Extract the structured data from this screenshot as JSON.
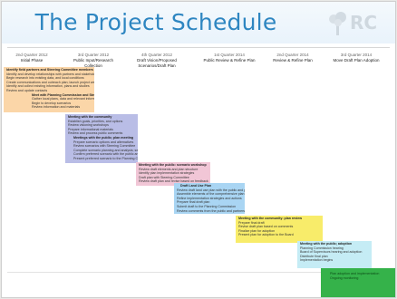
{
  "title": "The Project Schedule",
  "logo": {
    "text": "RC",
    "icon": "tree-logo-icon"
  },
  "phases": [
    {
      "quarter": "2nd Quarter 2012",
      "label": "Initial Phase"
    },
    {
      "quarter": "3rd Quarter 2012",
      "label": "Public Input/Research Collection"
    },
    {
      "quarter": "4th Quarter 2012",
      "label": "Draft Vision/Proposed Scenarios/Draft Plan"
    },
    {
      "quarter": "1st Quarter 2014",
      "label": "Public Review & Refine Plan"
    },
    {
      "quarter": "2nd Quarter 2014",
      "label": "Review & Refine Plan"
    },
    {
      "quarter": "3rd Quarter 2014",
      "label": "Move Draft Plan Adoption"
    }
  ],
  "bars": [
    {
      "color": "orange",
      "lines": [
        "Identify field partners and Steering Committee members",
        "Identify and develop relationships with partners and stakeholders",
        "Begin research into existing data, and local conditions",
        "Create communications and outreach plan; launch project website",
        "Identify and collect existing information, plans and studies",
        "Review and update contacts",
        "Meet with Planning Commission and Steering Committee; first meeting",
        "Gather local plans, data and relevant information from partners",
        "Begin to develop scenarios",
        "Review information and materials"
      ]
    },
    {
      "color": "purple",
      "lines": [
        "Meeting with the community",
        "Establish goals, priorities, and options",
        "Review visioning workshops",
        "Prepare informational materials",
        "Review and process public comments",
        "Meetings with the public; plan meeting",
        "Prepare scenario options and alternatives",
        "Review scenarios with Steering Committee",
        "Complete scenario planning and analysis; select scenario",
        "Confirm preferred scenario with the public and partners",
        "Present preferred scenario to the Planning Commission"
      ]
    },
    {
      "color": "pink",
      "lines": [
        "Meeting with the public: scenario workshop",
        "Review draft elements and plan structure",
        "Identify plan implementation strategies",
        "Draft plan with Steering Committee",
        "Review draft plan and revise based on feedback"
      ]
    },
    {
      "color": "blue",
      "lines": [
        "Draft Land Use Plan",
        "Review draft land use plan with the public and partners",
        "Assemble elements of the comprehensive plan",
        "Refine implementation strategies and actions",
        "Prepare final draft plan",
        "Submit draft to the Planning Commission",
        "Review comments from the public and partners"
      ]
    },
    {
      "color": "yellow",
      "lines": [
        "Meeting with the community: plan review",
        "Prepare final draft",
        "Revise draft plan based on comments",
        "Finalize plan for adoption",
        "Present plan for adoption to the Board"
      ]
    },
    {
      "color": "cyan",
      "lines": [
        "Meeting with the public; adoption",
        "Planning Commission hearing",
        "Board of Supervisors hearing and adoption",
        "Distribute final plan",
        "Implementation begins"
      ]
    },
    {
      "color": "green",
      "lines": [
        "Plan adoption and implementation",
        "Ongoing monitoring"
      ]
    }
  ]
}
